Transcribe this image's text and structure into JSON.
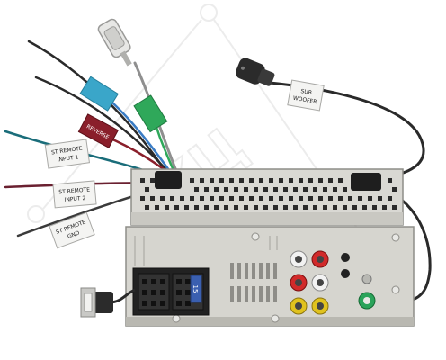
{
  "labels": {
    "sub_woofer_line1": "SUB",
    "sub_woofer_line2": "WOOFER",
    "reverse": "REVERSE",
    "st_remote_input1_line1": "ST REMOTE",
    "st_remote_input1_line2": "INPUT 1",
    "st_remote_input2_line1": "ST REMOTE",
    "st_remote_input2_line2": "INPUT 2",
    "st_remote_gnd_line1": "ST REMOTE",
    "st_remote_gnd_line2": "GND",
    "fuse": "15",
    "blue_tag": "",
    "green_tag": "",
    "watermark": "КЦ"
  },
  "colors": {
    "background": "#ffffff",
    "chassis": "#d9d8d3",
    "chassis_dark": "#8e8d88",
    "cable": "#2a2a2a",
    "tag_blue": "#3aa6c9",
    "tag_green": "#2fa85a",
    "tag_red": "#8a1f2b",
    "tag_white": "#f4f4f2",
    "rca_red": "#d12a2a",
    "rca_yellow": "#e0c21e",
    "rca_white": "#f2f2f2",
    "rca_green": "#2aa35a",
    "fuse_blue": "#3a5fb0",
    "watermark": "#c9c9c9"
  }
}
